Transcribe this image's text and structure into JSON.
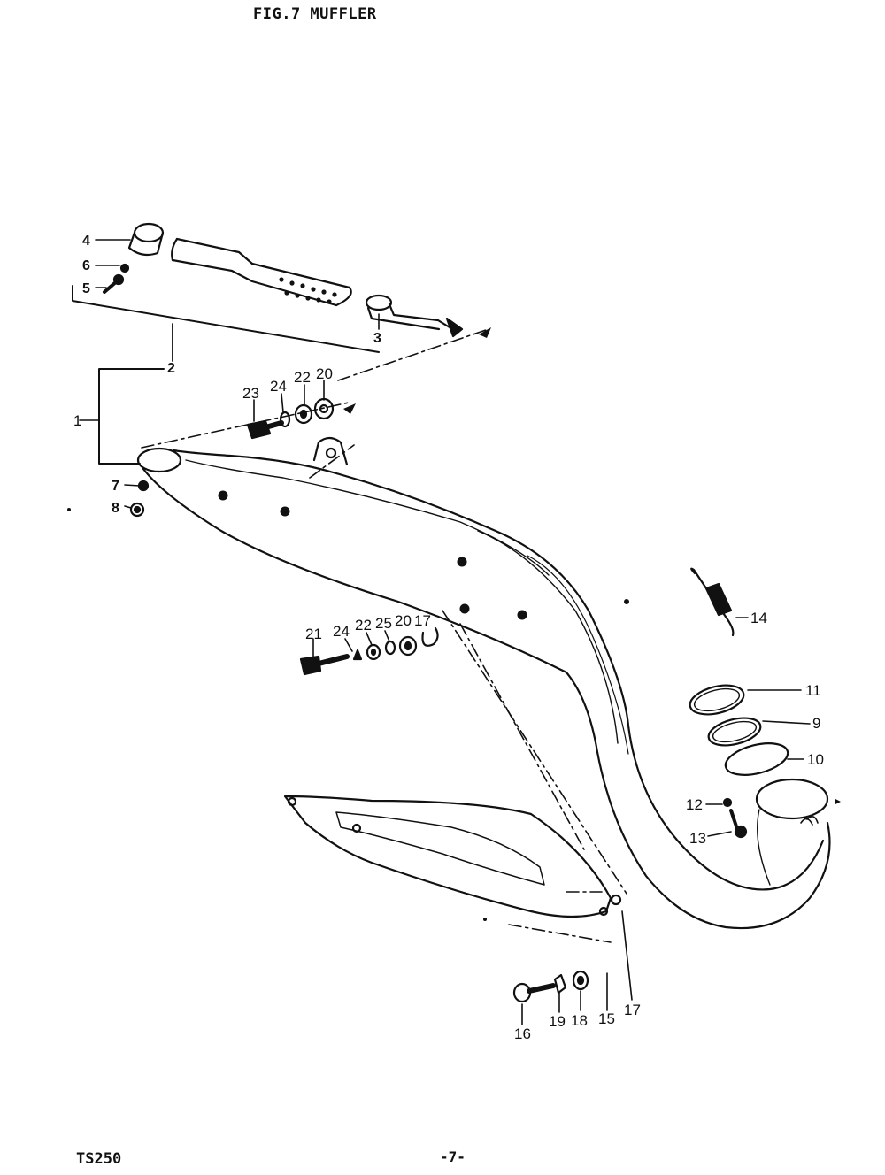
{
  "title": "FIG.7  MUFFLER",
  "model": "TS250",
  "page_number": "-7-",
  "callouts": {
    "c1": "1",
    "c2": "2",
    "c3": "3",
    "c4": "4",
    "c5": "5",
    "c6": "6",
    "c7": "7",
    "c8": "8",
    "c9": "9",
    "c10": "10",
    "c11": "11",
    "c12": "12",
    "c13": "13",
    "c14": "14",
    "c15": "15",
    "c16": "16",
    "c17": "17",
    "c18": "18",
    "c19": "19",
    "c20a": "20",
    "c22a": "22",
    "c23": "23",
    "c24a": "24",
    "c21": "21",
    "c24b": "24",
    "c22b": "22",
    "c25": "25",
    "c20b": "20",
    "c17b": "17"
  },
  "colors": {
    "ink": "#111111",
    "paper": "#ffffff"
  }
}
